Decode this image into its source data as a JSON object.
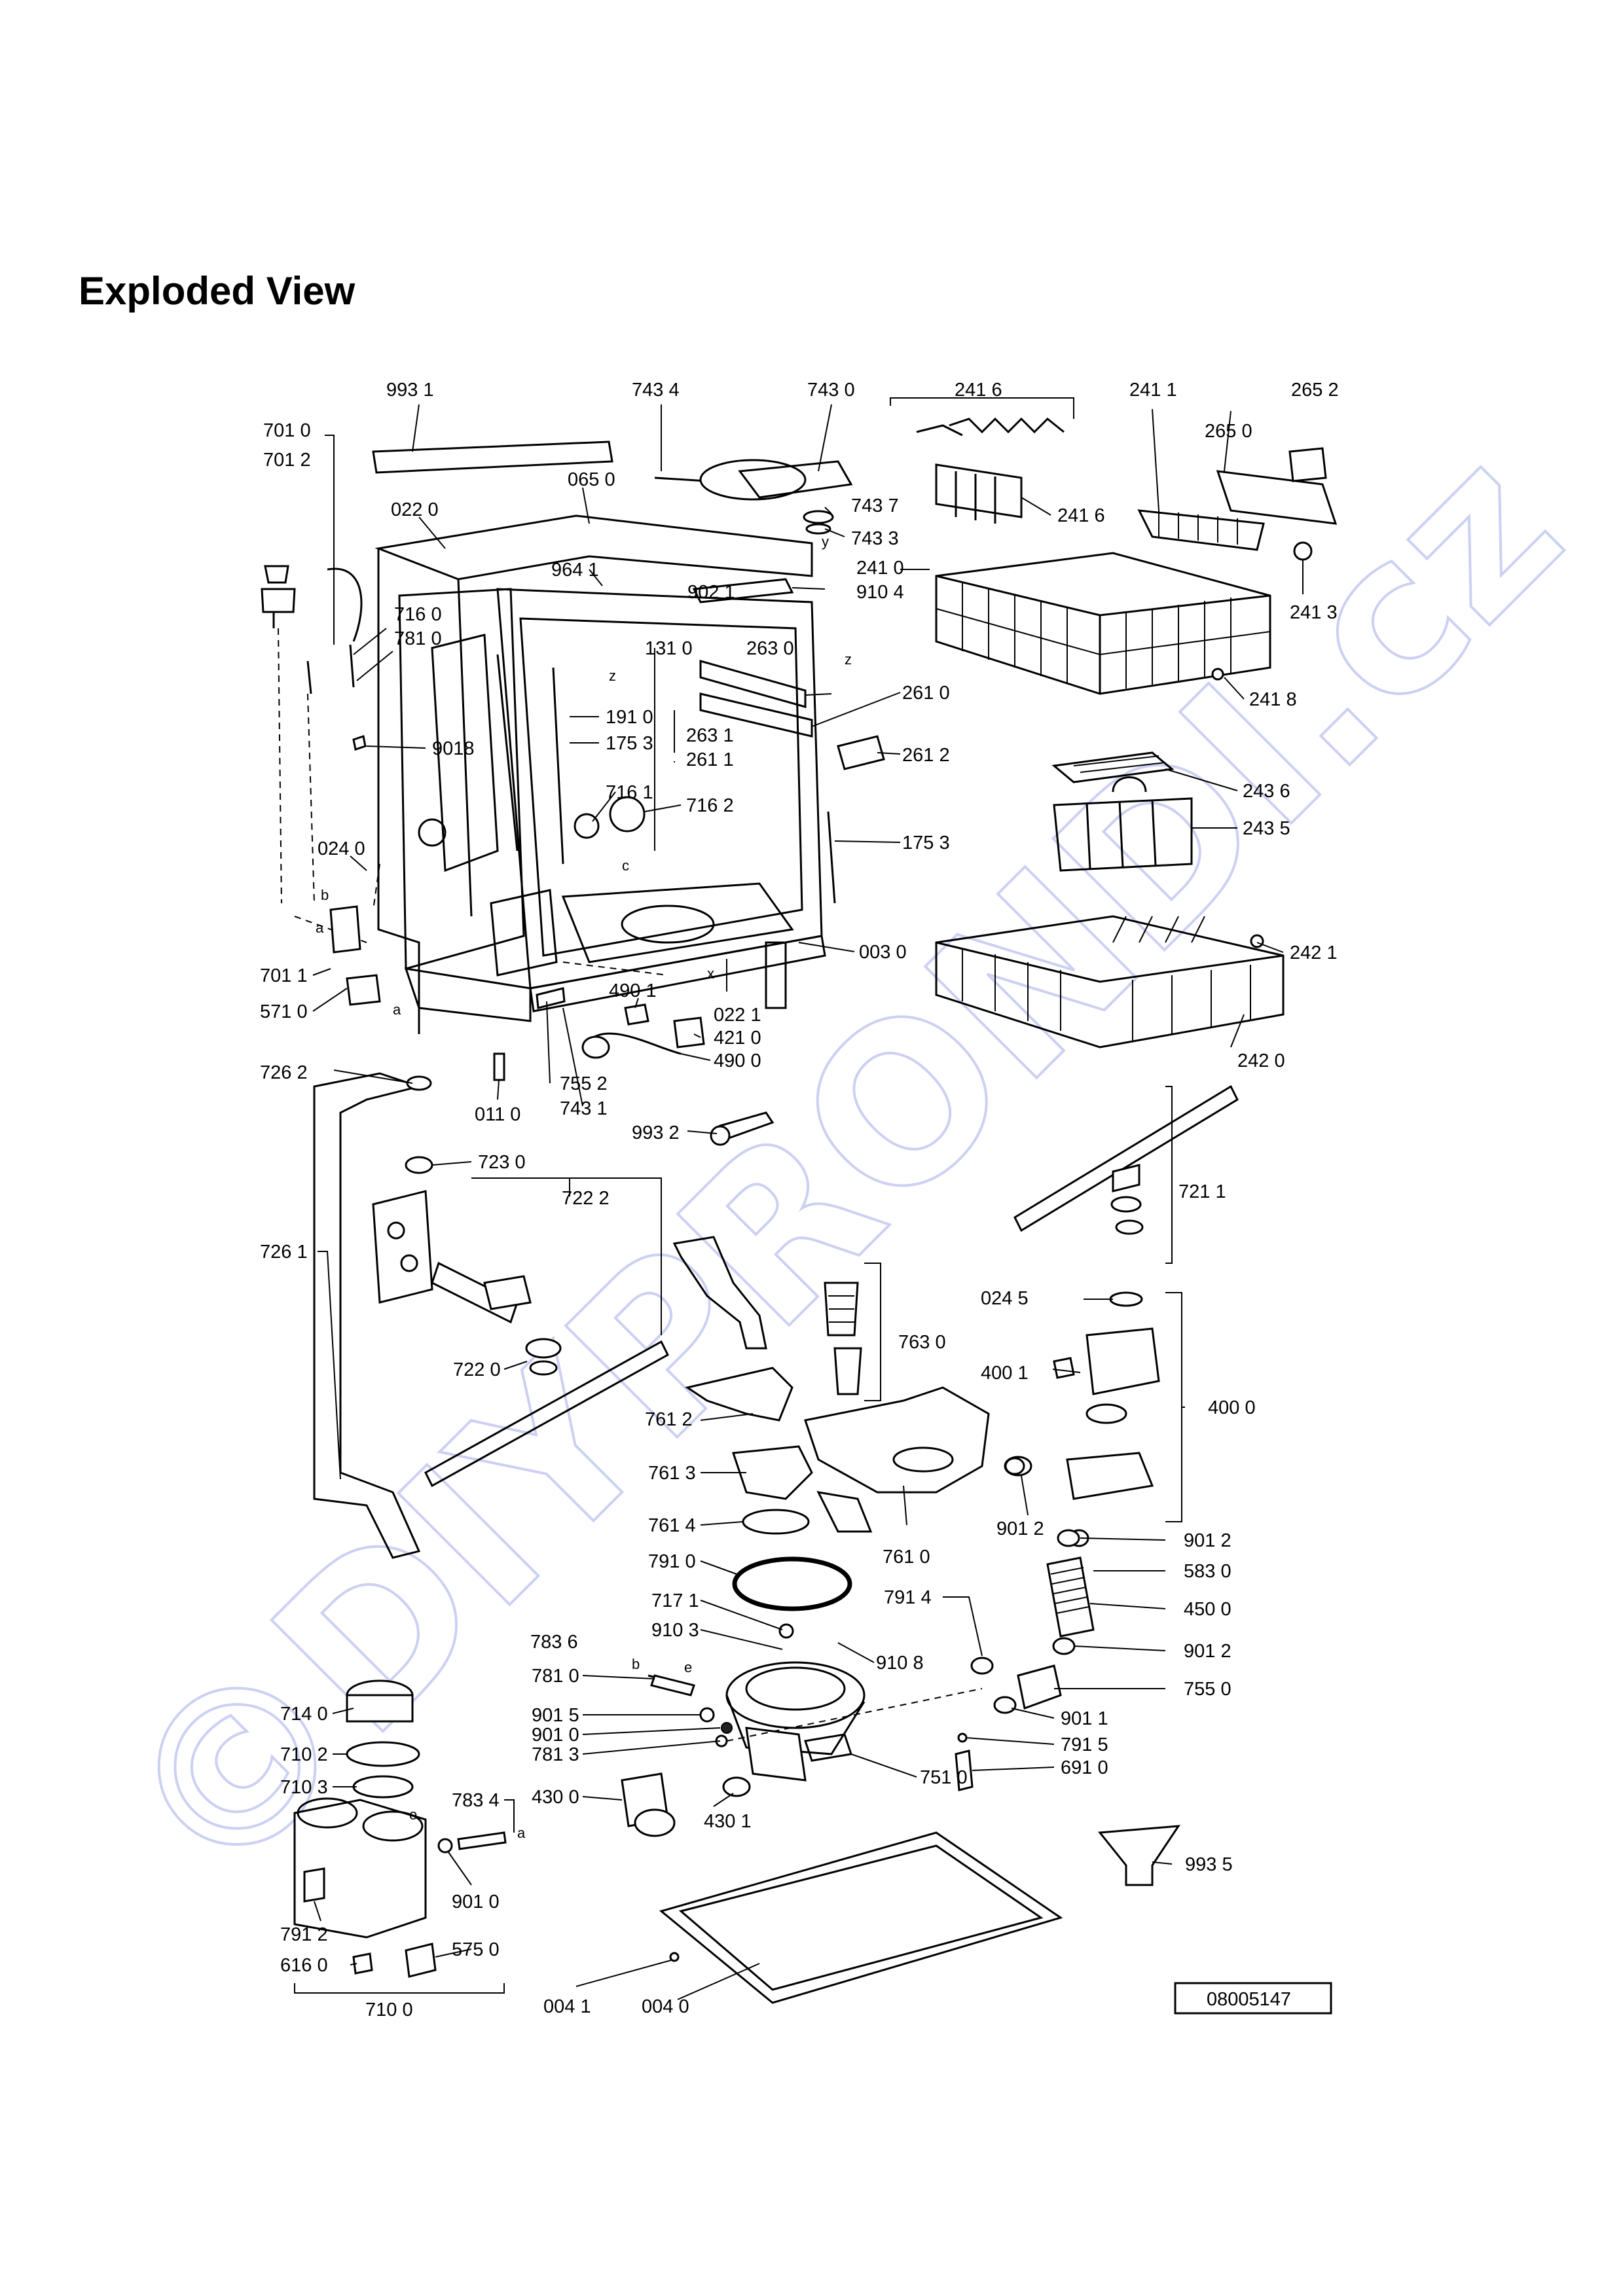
{
  "page_title": "Exploded View",
  "watermark": "©DIYPRONDI.cz",
  "drawing_number": "08005147",
  "labels": [
    "993 1",
    "743 4",
    "743 0",
    "241 6",
    "241 1",
    "265 2",
    "265 0",
    "701 0",
    "701 2",
    "065 0",
    "022 0",
    "743 7",
    "743 3",
    "241 6",
    "964 1",
    "902 1",
    "910 4",
    "241 0",
    "241 3",
    "716 0",
    "781 0",
    "131 0",
    "263 0",
    "261 0",
    "241 8",
    "191 0",
    "175 3",
    "263 1",
    "261 1",
    "261 2",
    "9018",
    "716 1",
    "716 2",
    "243 6",
    "175 3",
    "243 5",
    "024 0",
    "003 0",
    "242 1",
    "701 1",
    "490 1",
    "022 1",
    "571 0",
    "421 0",
    "490 0",
    "242 0",
    "755 2",
    "011 0",
    "743 1",
    "726 2",
    "993 2",
    "723 0",
    "721 1",
    "722 2",
    "726 1",
    "024 5",
    "763 0",
    "400 1",
    "400 0",
    "722 0",
    "761 2",
    "761 3",
    "901 2",
    "761 4",
    "761 0",
    "901 2",
    "791 0",
    "583 0",
    "717 1",
    "791 4",
    "450 0",
    "783 6",
    "910 3",
    "910 8",
    "901 2",
    "781 0",
    "755 0",
    "714 0",
    "901 5",
    "901 1",
    "901 0",
    "791 5",
    "710 2",
    "781 3",
    "751 0",
    "691 0",
    "710 3",
    "783 4",
    "430 0",
    "430 1",
    "993 5",
    "901 0",
    "791 2",
    "575 0",
    "616 0",
    "004 1",
    "004 0",
    "710 0"
  ],
  "small_marks": [
    "b",
    "a",
    "a",
    "z",
    "z",
    "c",
    "x",
    "b",
    "e",
    "a",
    "e",
    "y"
  ]
}
